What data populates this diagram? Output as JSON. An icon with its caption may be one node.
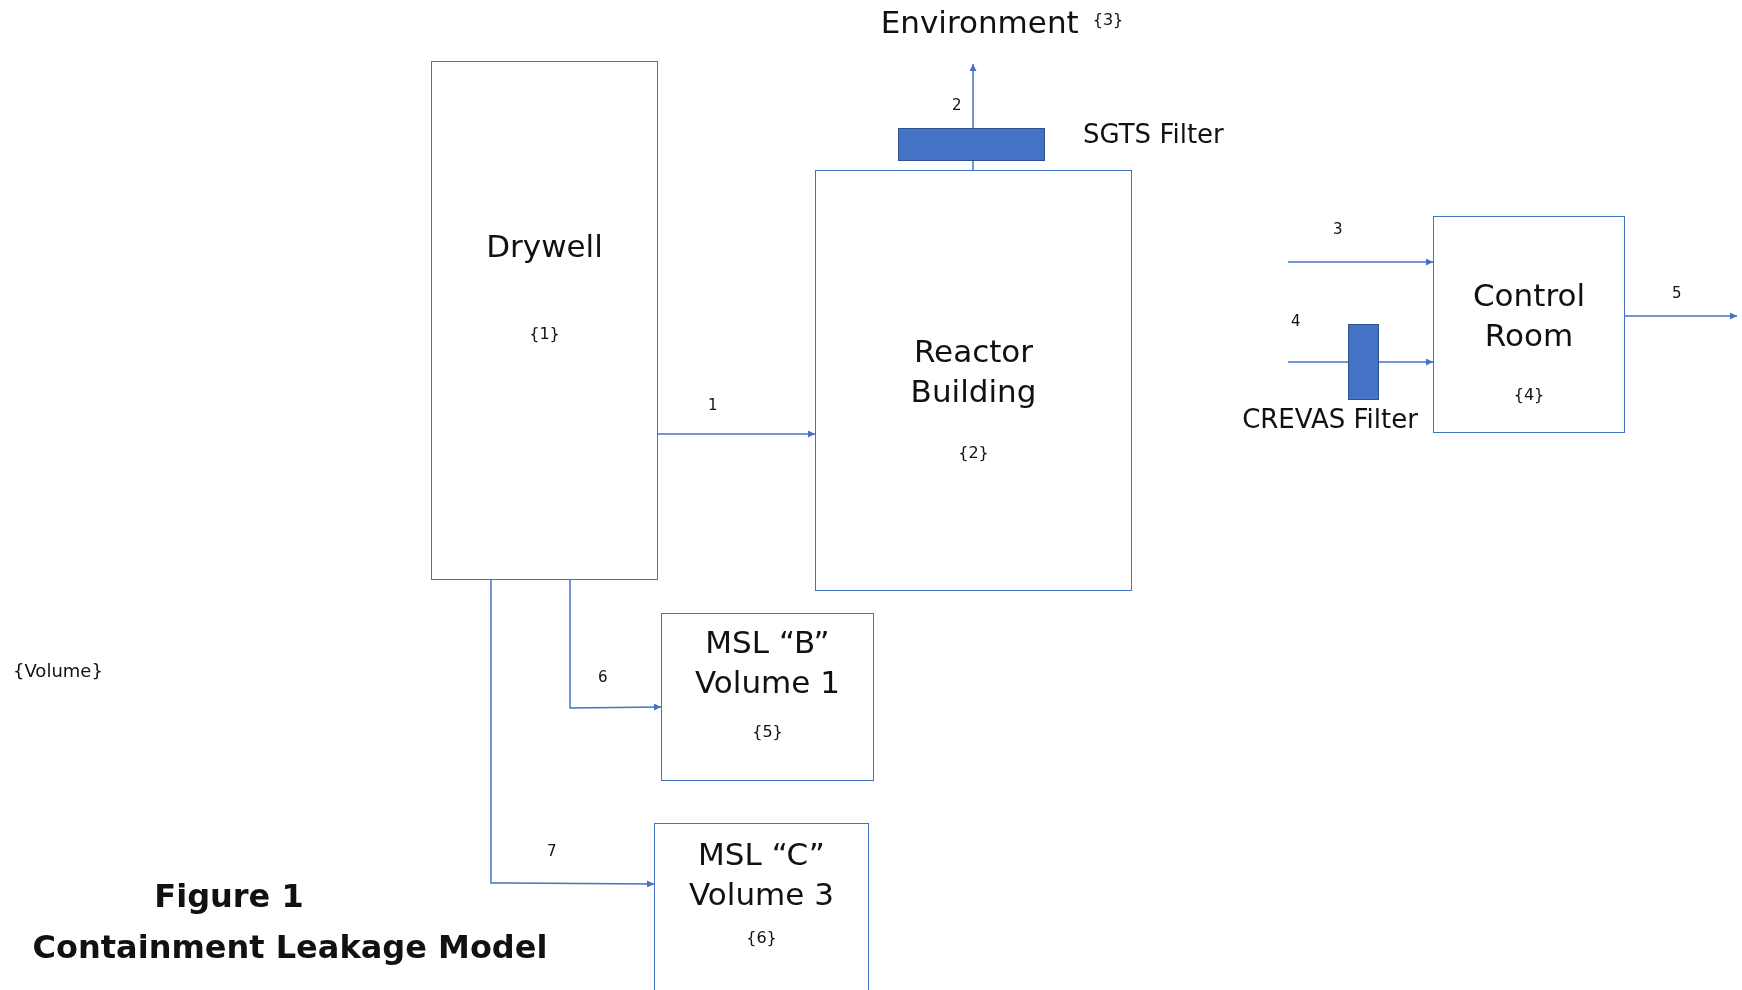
{
  "diagram": {
    "title": "Figure 1",
    "caption": "Containment Leakage Model",
    "nodes": [
      {
        "text": [
          "Drywell",
          "{1}"
        ]
      },
      {
        "text": [
          "Reactor Building",
          "{2}"
        ]
      },
      {
        "text": [],
        "shape": "bar",
        "beside": [
          "SGTS Filter"
        ]
      },
      {
        "text": [
          "Environment",
          "{3}"
        ]
      },
      {
        "text": [
          "Control Room",
          "{4}"
        ]
      },
      {
        "text": [],
        "shape": "bar",
        "beside": [
          "CREVAS Filter"
        ]
      },
      {
        "text": [
          "MSL “B” Volume 1",
          "{5}"
        ]
      },
      {
        "text": [
          "MSL “C” Volume 3",
          "{6}"
        ]
      }
    ],
    "edges": [
      {
        "from": 0,
        "to": 1,
        "arrow": "to",
        "label": "1"
      },
      {
        "from": 1,
        "to": 2,
        "arrow": "none"
      },
      {
        "from": 2,
        "to": 3,
        "arrow": "to",
        "label": "2"
      },
      {
        "from": null,
        "to": 4,
        "arrow": "to",
        "label": "3"
      },
      {
        "from": null,
        "to": 5,
        "arrow": "none",
        "label": "4"
      },
      {
        "from": 5,
        "to": 4,
        "arrow": "to"
      },
      {
        "from": 4,
        "to": null,
        "arrow": "to",
        "label": "5"
      },
      {
        "from": 0,
        "to": 6,
        "arrow": "to",
        "label": "6"
      },
      {
        "from": 0,
        "to": 7,
        "arrow": "to",
        "label": "7"
      }
    ],
    "labels": [
      "{Volume}"
    ]
  }
}
